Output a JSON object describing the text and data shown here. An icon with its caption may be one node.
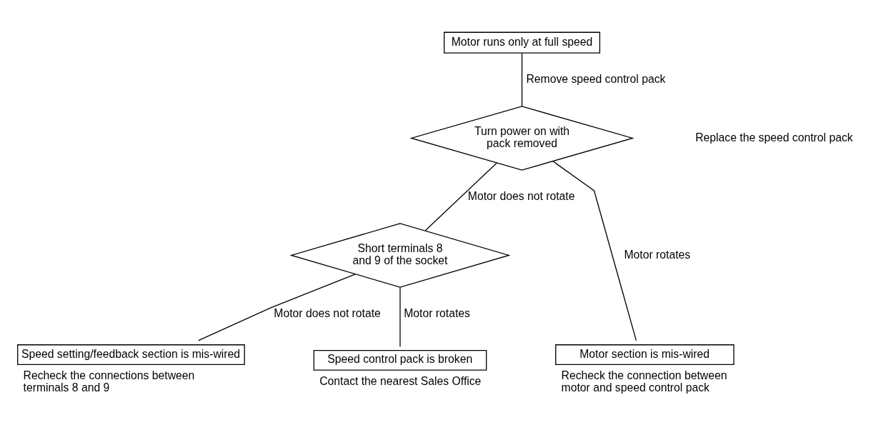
{
  "diagram": {
    "nodes": [
      {
        "text": [
          "Motor runs only at full speed"
        ]
      },
      {
        "text": [
          "Turn power on with pack removed"
        ]
      },
      {
        "text": [
          "Short terminals 8 and 9 of the socket"
        ]
      },
      {
        "text": [
          "Motor section is mis-wired"
        ],
        "beside": [
          "Recheck the connection between motor and speed control pack"
        ]
      },
      {
        "text": [
          "Speed setting/feedback section is mis-wired"
        ],
        "beside": [
          "Recheck the connections between terminals 8 and 9"
        ]
      },
      {
        "text": [
          "Speed control pack is broken"
        ],
        "beside": [
          "Contact the nearest Sales Office"
        ]
      }
    ],
    "edges": [
      {
        "from": 0,
        "to": 1,
        "arrow": "none",
        "label": "Remove speed control pack"
      },
      {
        "from": 1,
        "to": 3,
        "arrow": "none",
        "label": "Motor rotates"
      },
      {
        "from": 1,
        "to": 2,
        "arrow": "none",
        "label": "Motor does not rotate"
      },
      {
        "from": 2,
        "to": 5,
        "arrow": "none",
        "label": "Motor rotates"
      },
      {
        "from": 2,
        "to": 4,
        "arrow": "none",
        "label": "Motor does not rotate"
      }
    ],
    "labels": [
      "Replace the speed control pack"
    ]
  }
}
